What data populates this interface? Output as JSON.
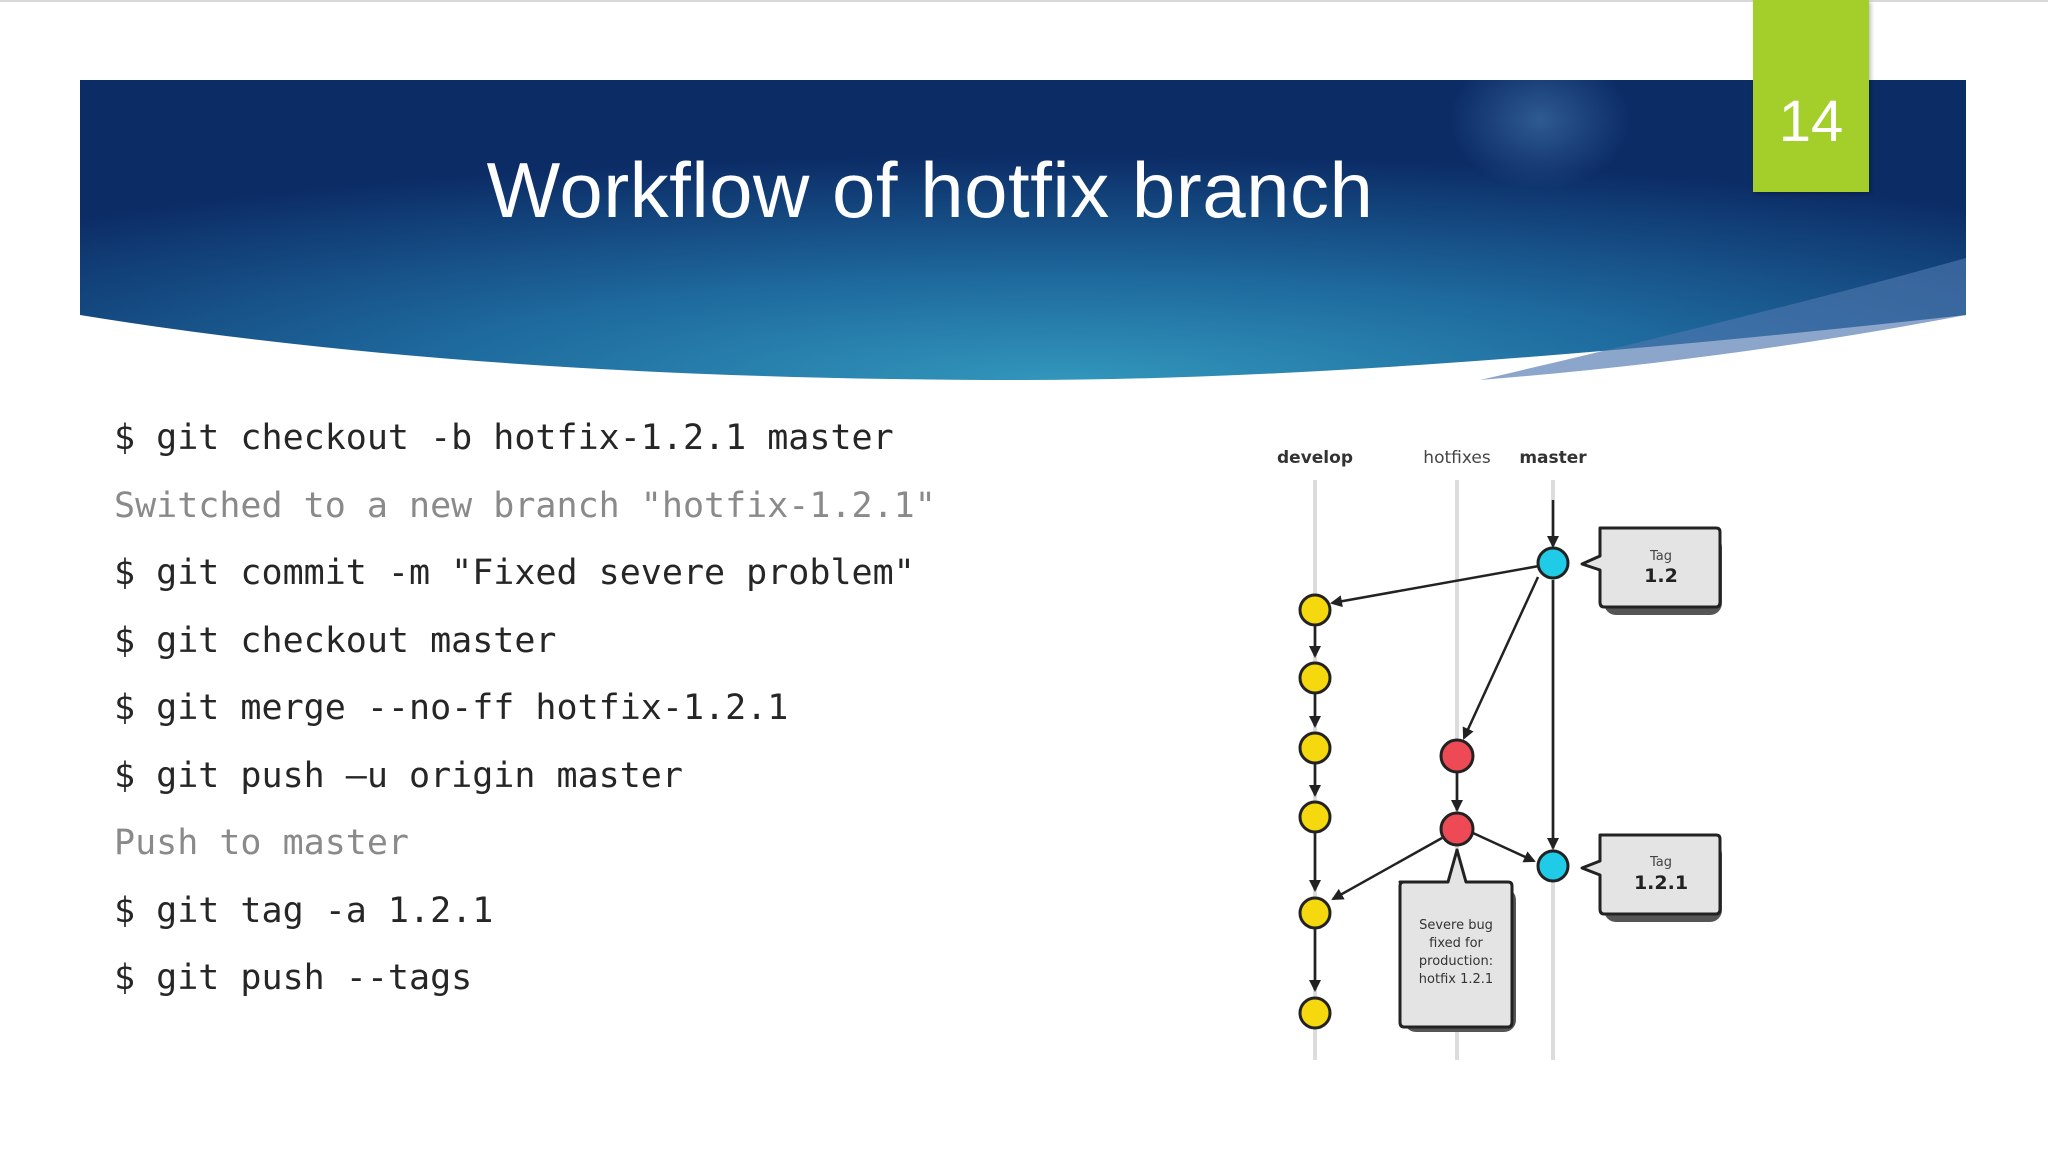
{
  "slide": {
    "title": "Workflow of hotfix branch",
    "number": "14",
    "colors": {
      "banner_dark": "#0c2c66",
      "banner_light": "#2f89b3",
      "accent": "#a4cf2a"
    }
  },
  "code_lines": [
    {
      "text": "$ git checkout -b hotfix-1.2.1 master",
      "kind": "command"
    },
    {
      "text": "Switched to a new branch \"hotfix-1.2.1\"",
      "kind": "output"
    },
    {
      "text": "$ git commit -m \"Fixed severe problem\"",
      "kind": "command"
    },
    {
      "text": "$ git checkout master",
      "kind": "command"
    },
    {
      "text": "$ git merge --no-ff hotfix-1.2.1",
      "kind": "command"
    },
    {
      "text": "$ git push –u origin master",
      "kind": "command"
    },
    {
      "text": "Push to master",
      "kind": "output"
    },
    {
      "text": "$ git tag -a 1.2.1",
      "kind": "command"
    },
    {
      "text": "$ git push --tags",
      "kind": "command"
    }
  ],
  "diagram": {
    "columns": {
      "develop": "develop",
      "hotfixes": "hotfixes",
      "master": "master"
    },
    "tags": [
      {
        "caption": "Tag",
        "version": "1.2"
      },
      {
        "caption": "Tag",
        "version": "1.2.1"
      }
    ],
    "note": [
      "Severe bug",
      "fixed for",
      "production:",
      "hotfix 1.2.1"
    ],
    "commit_colors": {
      "develop": "#f5d80e",
      "hotfixes": "#ee4a55",
      "master": "#1fcbe6"
    }
  }
}
